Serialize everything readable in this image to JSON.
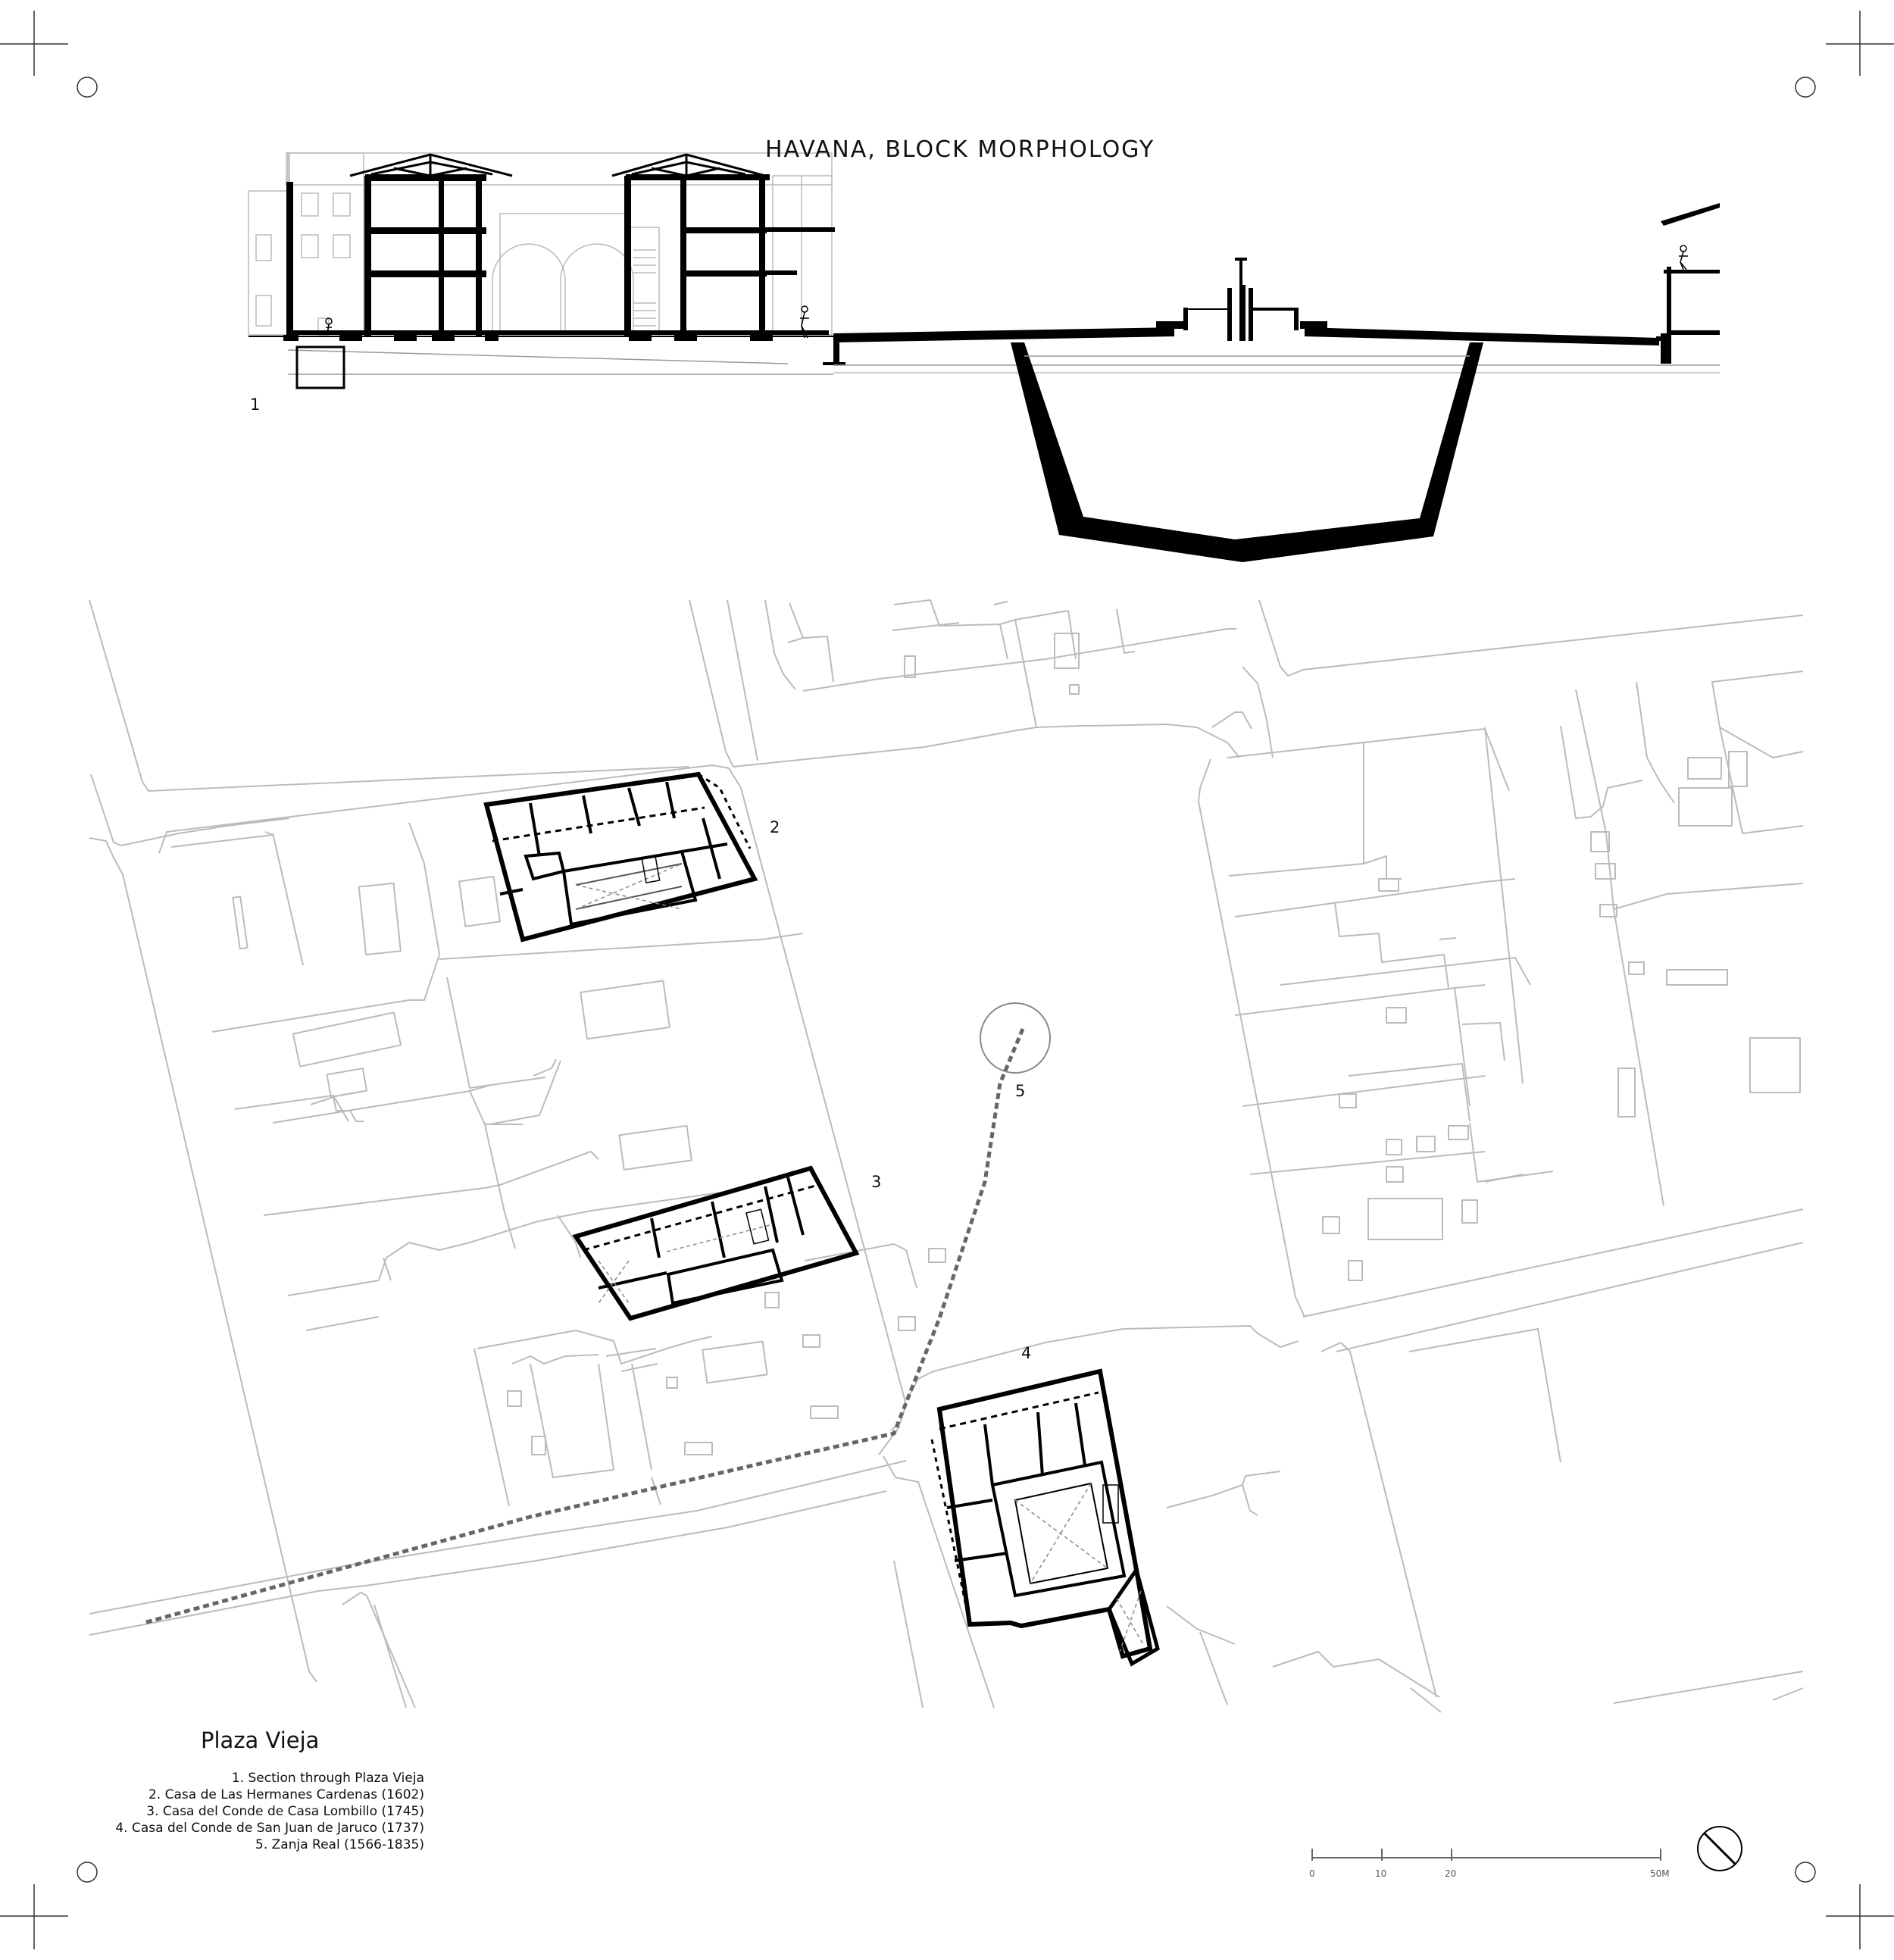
{
  "title": "HAVANA, BLOCK MORPHOLOGY",
  "section_number": "1",
  "plan_labels": {
    "n2": "2",
    "n3": "3",
    "n4": "4",
    "n5": "5"
  },
  "legend": {
    "title": "Plaza Vieja",
    "items": [
      "1. Section through Plaza Vieja",
      "2. Casa de Las Hermanes Cardenas (1602)",
      "3. Casa del Conde de Casa Lombillo (1745)",
      "4. Casa del Conde de San Juan de Jaruco (1737)",
      "5. Zanja Real (1566-1835)"
    ]
  },
  "scale_bar": {
    "labels": [
      "0",
      "10",
      "20",
      "50M"
    ]
  },
  "icons": {
    "north": "north-arrow-icon",
    "corner": "registration-mark-icon"
  }
}
